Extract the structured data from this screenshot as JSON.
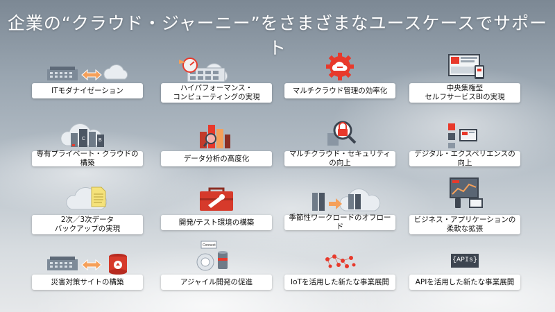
{
  "title": "企業の“クラウド・ジャーニー”をさまざまなユースケースでサポート",
  "tiles": [
    {
      "label": "ITモダナイゼーション",
      "icon": "datacenter-to-cloud-icon"
    },
    {
      "label": "ハイパフォーマンス・\nコンピューティングの実現",
      "icon": "speedometer-servers-icon"
    },
    {
      "label": "マルチクラウド管理の効率化",
      "icon": "gear-cloud-icon"
    },
    {
      "label": "中央集権型\nセルフサービスBIの実現",
      "icon": "dashboard-devices-icon"
    },
    {
      "label": "専有プライベート・クラウドの構築",
      "icon": "private-cloud-servers-icon"
    },
    {
      "label": "データ分析の高度化",
      "icon": "analytics-magnifier-icon"
    },
    {
      "label": "マルチクラウド・セキュリティの向上",
      "icon": "lock-magnifier-icon"
    },
    {
      "label": "デジタル・エクスペリエンスの向上",
      "icon": "digital-apps-icon"
    },
    {
      "label": "2次／3次データ\nバックアップの実現",
      "icon": "document-cloud-icon"
    },
    {
      "label": "開発/テスト環境の構築",
      "icon": "toolbox-icon"
    },
    {
      "label": "季節性ワークロードのオフロード",
      "icon": "server-to-cloud-icon"
    },
    {
      "label": "ビジネス・アプリケーションの\n柔軟な拡張",
      "icon": "business-apps-icon"
    },
    {
      "label": "災害対策サイトの構築",
      "icon": "disaster-recovery-icon"
    },
    {
      "label": "アジャイル開発の促進",
      "icon": "agile-dev-icon"
    },
    {
      "label": "IoTを活用した新たな事業展開",
      "icon": "iot-network-icon"
    },
    {
      "label": "APIを活用した新たな事業展開",
      "icon": "api-icon"
    }
  ],
  "api_badge": "{APIs}",
  "connect_tag": "Connect",
  "colors": {
    "accent": "#e8392b",
    "arrow": "#f5a05a",
    "title": "#ffffff"
  }
}
